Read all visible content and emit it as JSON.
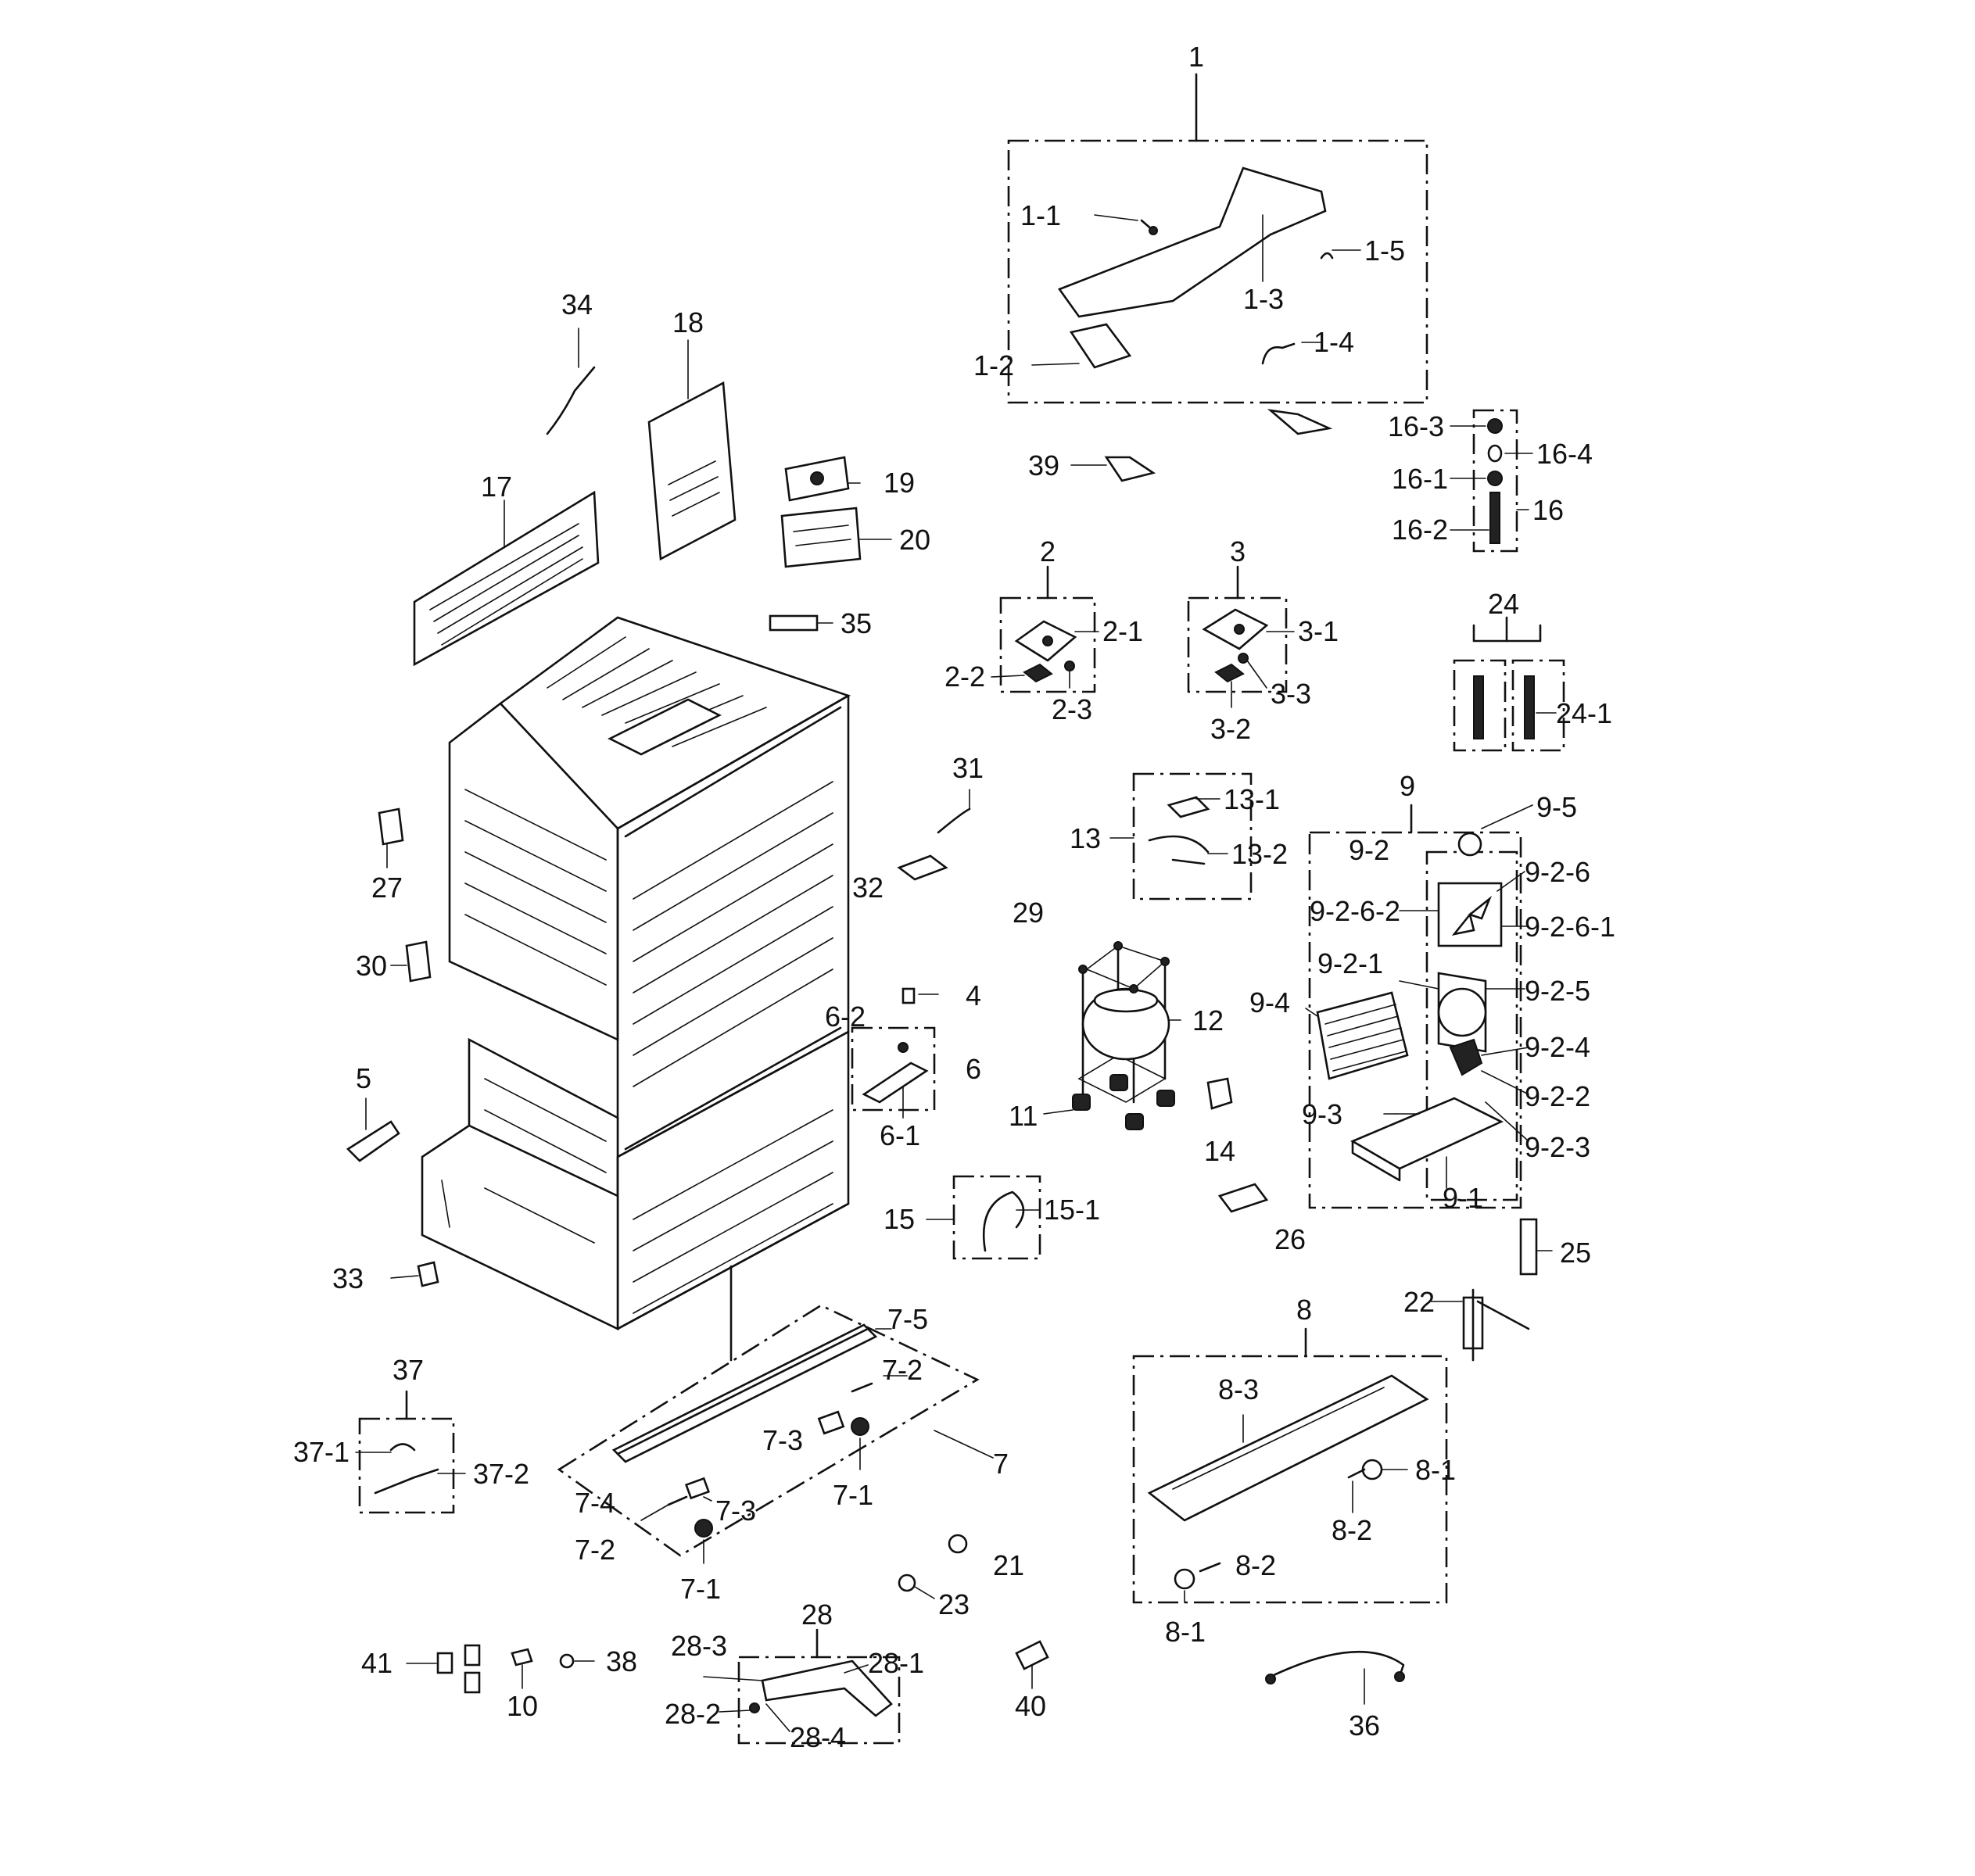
{
  "labels": {
    "l1": "1",
    "l1_1": "1-1",
    "l1_2": "1-2",
    "l1_3": "1-3",
    "l1_4": "1-4",
    "l1_5": "1-5",
    "l2": "2",
    "l2_1": "2-1",
    "l2_2": "2-2",
    "l2_3": "2-3",
    "l3": "3",
    "l3_1": "3-1",
    "l3_2": "3-2",
    "l3_3": "3-3",
    "l4": "4",
    "l5": "5",
    "l6": "6",
    "l6_1": "6-1",
    "l6_2": "6-2",
    "l7": "7",
    "l7_1a": "7-1",
    "l7_1b": "7-1",
    "l7_2a": "7-2",
    "l7_2b": "7-2",
    "l7_3a": "7-3",
    "l7_3b": "7-3",
    "l7_4": "7-4",
    "l7_5": "7-5",
    "l8": "8",
    "l8_1a": "8-1",
    "l8_1b": "8-1",
    "l8_2a": "8-2",
    "l8_2b": "8-2",
    "l8_3": "8-3",
    "l9": "9",
    "l9_1": "9-1",
    "l9_2": "9-2",
    "l9_2_1": "9-2-1",
    "l9_2_2": "9-2-2",
    "l9_2_3": "9-2-3",
    "l9_2_4": "9-2-4",
    "l9_2_5": "9-2-5",
    "l9_2_6": "9-2-6",
    "l9_2_6_1": "9-2-6-1",
    "l9_2_6_2": "9-2-6-2",
    "l9_3": "9-3",
    "l9_4": "9-4",
    "l9_5": "9-5",
    "l10": "10",
    "l11": "11",
    "l12": "12",
    "l13": "13",
    "l13_1": "13-1",
    "l13_2": "13-2",
    "l14": "14",
    "l15": "15",
    "l15_1": "15-1",
    "l16": "16",
    "l16_1": "16-1",
    "l16_2": "16-2",
    "l16_3": "16-3",
    "l16_4": "16-4",
    "l17": "17",
    "l18": "18",
    "l19": "19",
    "l20": "20",
    "l21": "21",
    "l22": "22",
    "l23": "23",
    "l24": "24",
    "l24_1": "24-1",
    "l25": "25",
    "l26": "26",
    "l27": "27",
    "l28": "28",
    "l28_1": "28-1",
    "l28_2": "28-2",
    "l28_3": "28-3",
    "l28_4": "28-4",
    "l29": "29",
    "l30": "30",
    "l31": "31",
    "l32": "32",
    "l33": "33",
    "l34": "34",
    "l35": "35",
    "l36": "36",
    "l37": "37",
    "l37_1": "37-1",
    "l37_2": "37-2",
    "l38": "38",
    "l39": "39",
    "l40": "40",
    "l41": "41"
  },
  "colors": {
    "ink": "#111111",
    "paper": "#ffffff"
  }
}
